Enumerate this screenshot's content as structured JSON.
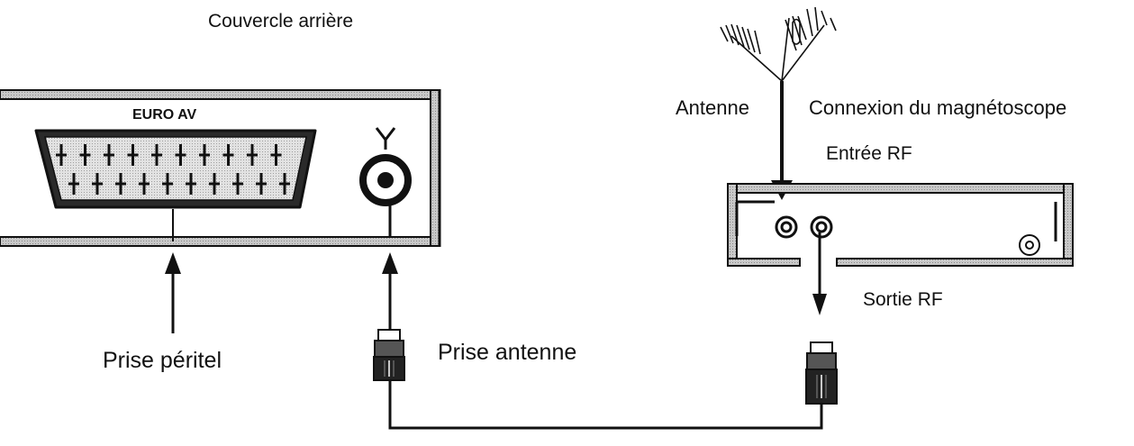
{
  "labels": {
    "back_cover": "Couvercle arrière",
    "euro_av": "EURO AV",
    "scart_socket": "Prise péritel",
    "antenna_socket": "Prise antenne",
    "antenna": "Antenne",
    "vcr_connection": "Connexion du magnétoscope",
    "rf_in": "Entrée RF",
    "rf_out": "Sortie RF"
  },
  "colors": {
    "ink": "#111111",
    "screen_fill": "#bcbcbc",
    "background": "#ffffff"
  },
  "icons": {
    "antenna_symbol": "antenna-icon"
  }
}
